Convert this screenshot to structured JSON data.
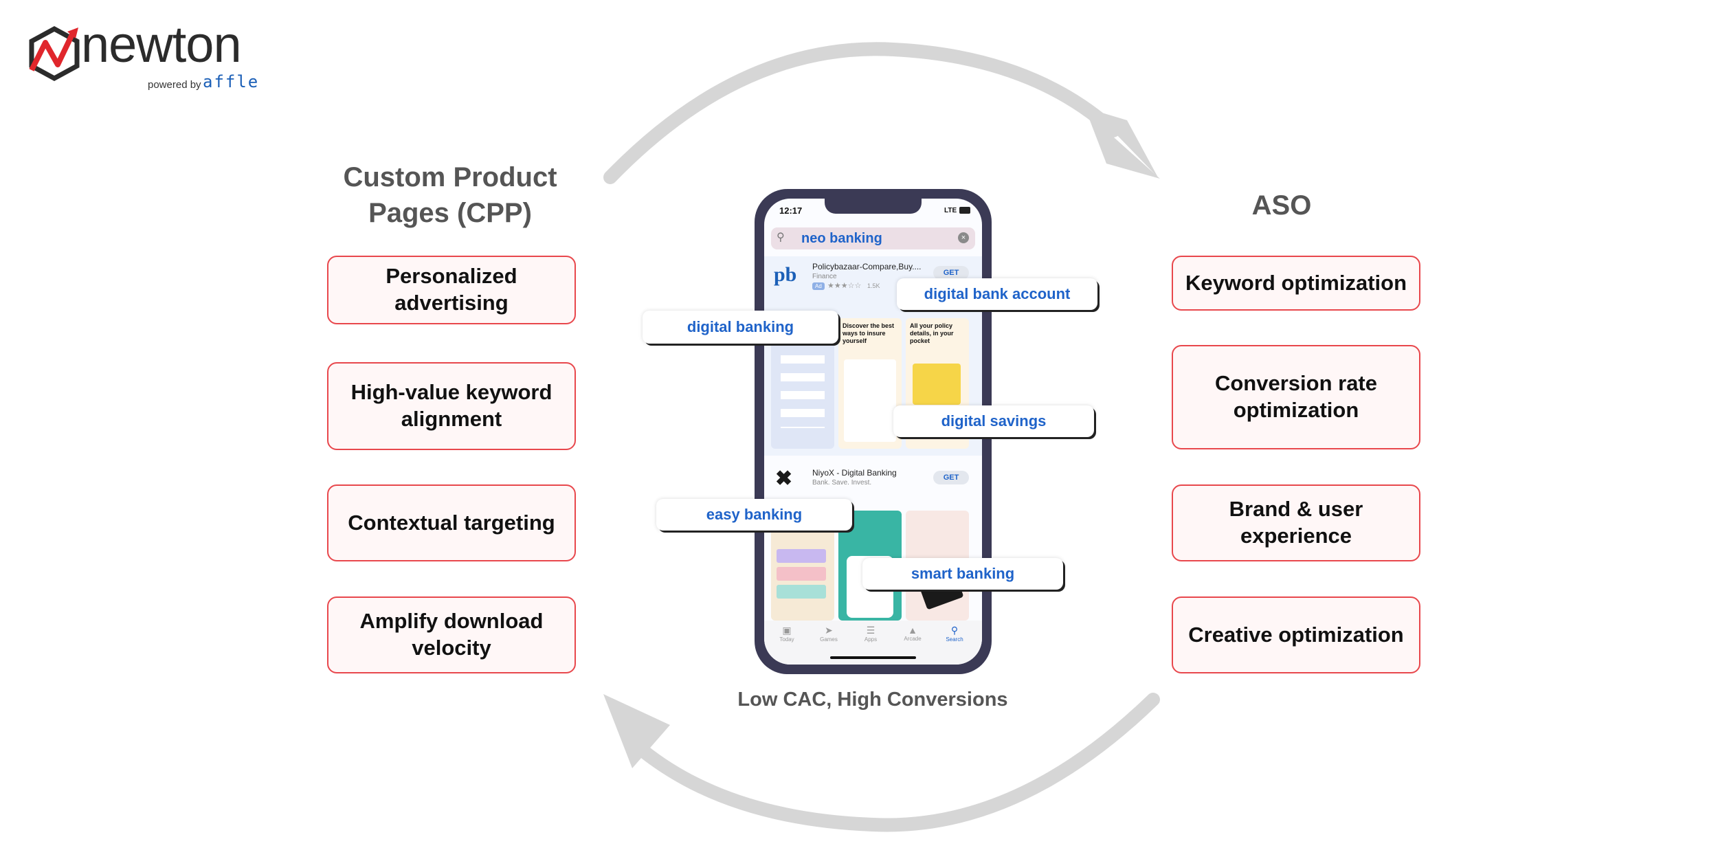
{
  "logo": {
    "wordmark": "newton",
    "powered_by": "powered by",
    "partner": "affle"
  },
  "left_section": {
    "title": "Custom Product Pages (CPP)",
    "items": [
      {
        "label": "Personalized advertising"
      },
      {
        "label": "High-value keyword alignment"
      },
      {
        "label": "Contextual targeting"
      },
      {
        "label": "Amplify download velocity"
      }
    ]
  },
  "right_section": {
    "title": "ASO",
    "items": [
      {
        "label": "Keyword optimization"
      },
      {
        "label": "Conversion rate optimization"
      },
      {
        "label": "Brand & user experience"
      },
      {
        "label": "Creative optimization"
      }
    ]
  },
  "center": {
    "caption": "Low CAC, High Conversions",
    "phone": {
      "time": "12:17",
      "network": "LTE",
      "search_query": "neo banking",
      "apps": [
        {
          "name": "Policybazaar-Compare,Buy....",
          "category": "Finance",
          "badge": "Ad",
          "rating_count": "1.5K",
          "action": "GET",
          "screenshots": [
            {
              "text": ""
            },
            {
              "text": "Discover the best ways to insure yourself"
            },
            {
              "text": "All your policy details, in your pocket"
            }
          ]
        },
        {
          "name": "NiyoX - Digital Banking",
          "subtitle": "Bank. Save. Invest.",
          "action": "GET"
        }
      ],
      "tab_bar": [
        "Today",
        "Games",
        "Apps",
        "Arcade",
        "Search"
      ]
    },
    "keyword_tags": [
      {
        "label": "digital bank account"
      },
      {
        "label": "digital banking"
      },
      {
        "label": "digital savings"
      },
      {
        "label": "easy banking"
      },
      {
        "label": "smart banking"
      }
    ]
  },
  "colors": {
    "box_border": "#e8474c",
    "box_fill": "#fff7f7",
    "tag_text": "#1f63c9",
    "arrow": "#d6d6d6",
    "phone_frame": "#3b3a55",
    "logo_red": "#e0262c"
  }
}
